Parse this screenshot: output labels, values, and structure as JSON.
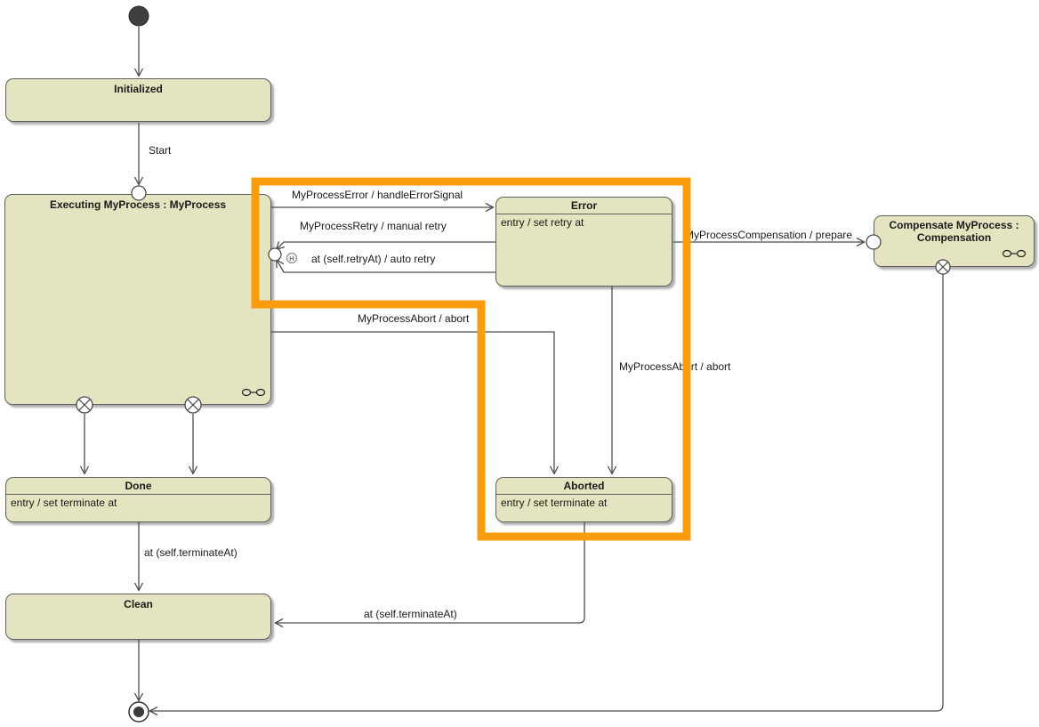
{
  "diagram": {
    "type": "uml-state-machine-diagram",
    "colors": {
      "state_fill": "#E4E4C0",
      "state_border": "#606060",
      "edge_color": "#4D4D4D",
      "highlight_orange": "#F99C0D"
    },
    "states": {
      "initialized": {
        "name": "Initialized"
      },
      "executing": {
        "name": "Executing MyProcess : MyProcess"
      },
      "error": {
        "name": "Error",
        "entry": "entry / set retry at"
      },
      "aborted": {
        "name": "Aborted",
        "entry": "entry / set terminate at"
      },
      "done": {
        "name": "Done",
        "entry": "entry / set terminate at"
      },
      "clean": {
        "name": "Clean"
      },
      "compensate": {
        "name": "Compensate MyProcess :\nCompensation"
      }
    },
    "transitions": {
      "start": "Start",
      "error_signal": "MyProcessError / handleErrorSignal",
      "manual_retry": "MyProcessRetry / manual retry",
      "auto_retry": "at (self.retryAt) / auto retry",
      "abort_from_executing": "MyProcessAbort / abort",
      "abort_from_error": "MyProcessAbort / abort",
      "compensation": "MyProcessCompensation / prepare",
      "terminate_from_done": "at (self.terminateAt)",
      "terminate_from_aborted": "at (self.terminateAt)"
    },
    "icons": {
      "history_label": "H"
    }
  }
}
